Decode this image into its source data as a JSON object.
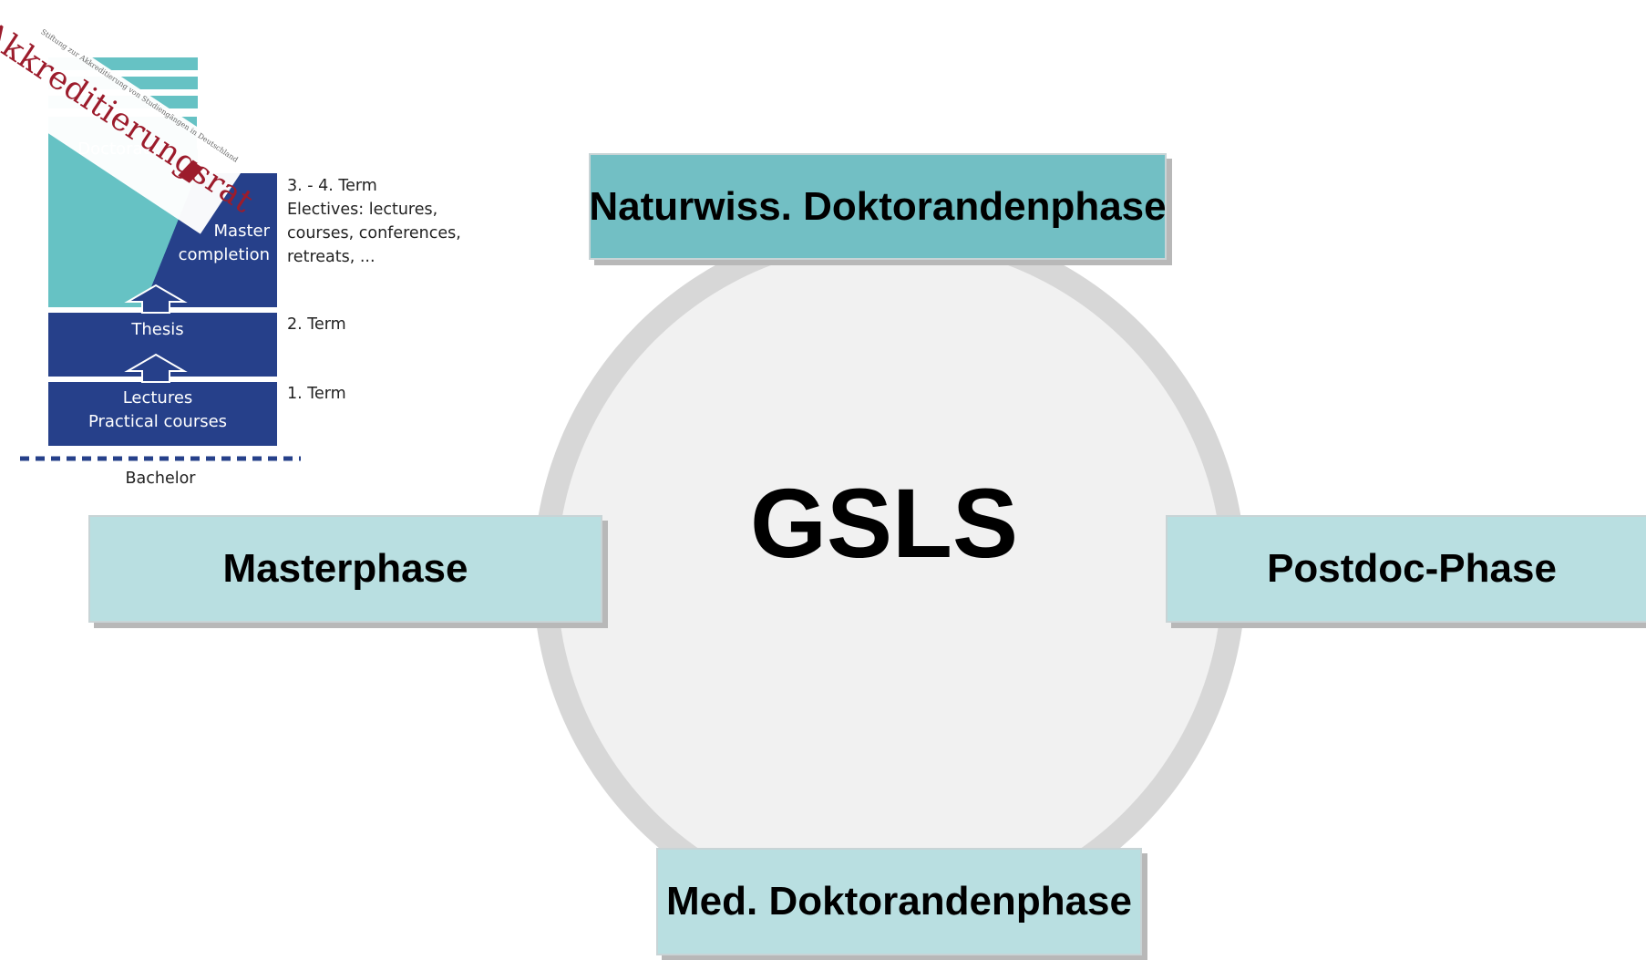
{
  "master_program": {
    "doctorate_label": "Doctorate",
    "master_completion_label": "Master\ncompletion",
    "thesis_label": "Thesis",
    "lectures_label": "Lectures\nPractical courses",
    "bachelor_label": "Bachelor",
    "term_3_4": "3. - 4. Term\nElectives: lectures,\ncourses, conferences,\nretreats, ...",
    "term_2": "2. Term",
    "term_1": "1. Term",
    "seal": {
      "word": "Akkreditierungsrat",
      "subtitle": "Stiftung zur Akkreditierung von Studiengängen in Deutschland"
    },
    "colors": {
      "teal": "#66c2c4",
      "navy": "#26408a"
    }
  },
  "cycle": {
    "center": "GSLS",
    "top": "Naturwiss. Doktorandenphase",
    "left": "Masterphase",
    "right": "Postdoc-Phase",
    "bottom": "Med. Doktorandenphase",
    "colors": {
      "highlight": "#72bfc4",
      "box": "#b9dfe1",
      "disc": "#f1f1f1",
      "ring": "#d7d7d7"
    }
  }
}
